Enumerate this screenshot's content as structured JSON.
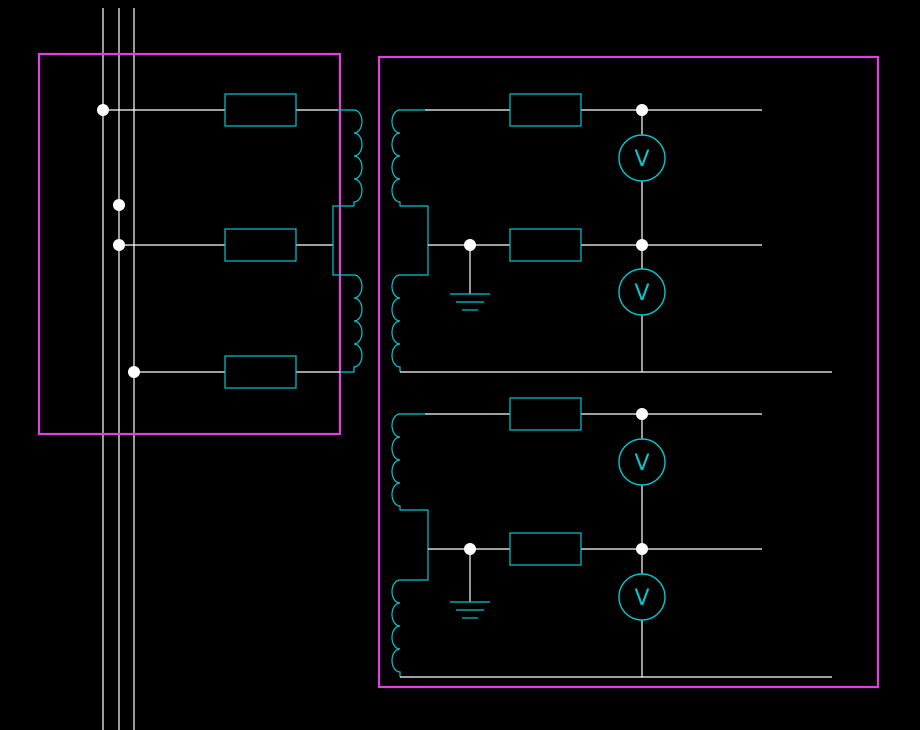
{
  "colors": {
    "background": "#000000",
    "wire": "#ffffff",
    "component": "#00c8d0",
    "enclosure": "#e040e0"
  },
  "voltmeter_symbol": "V",
  "groups": [
    {
      "name": "primary-enclosure",
      "fuses": 3
    },
    {
      "name": "secondary-enclosure",
      "windings": 2,
      "voltmeters": 4,
      "fuses": 4,
      "grounds": 2
    }
  ]
}
